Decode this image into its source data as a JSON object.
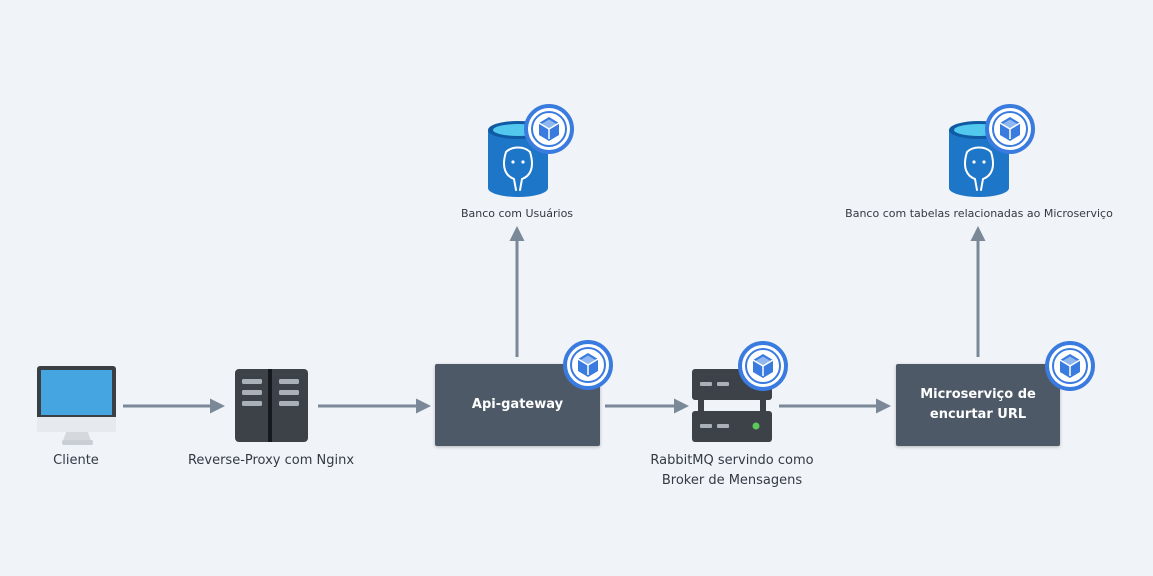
{
  "nodes": {
    "cliente": {
      "label": "Cliente"
    },
    "proxy": {
      "label": "Reverse-Proxy com Nginx"
    },
    "gateway": {
      "label": "Api-gateway"
    },
    "rabbit": {
      "label_line1": "RabbitMQ servindo como",
      "label_line2": "Broker de Mensagens"
    },
    "micro": {
      "label_line1": "Microserviço de",
      "label_line2": "encurtar URL"
    },
    "db_users": {
      "label": "Banco com Usuários"
    },
    "db_micro": {
      "label": "Banco com tabelas relacionadas ao Microserviço"
    }
  },
  "colors": {
    "background": "#f0f3f7",
    "arrow": "#7a8898",
    "box": "#4d5966",
    "badge": "#3a7be0",
    "db_blue": "#1e76c8"
  },
  "icons": [
    "monitor-icon",
    "server-icon",
    "database-icon",
    "container-badge-icon"
  ]
}
